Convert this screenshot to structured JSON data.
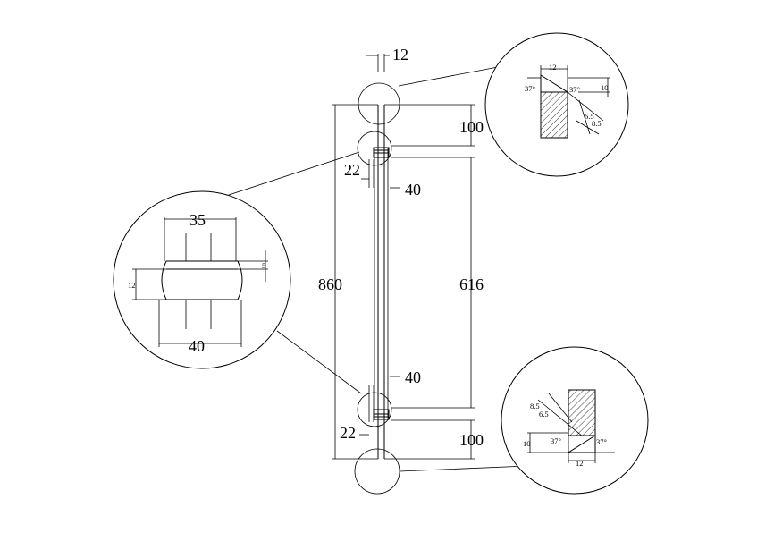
{
  "dims": {
    "top_width": "12",
    "top_segment": "100",
    "left_gap_top": "22",
    "ring_top": "40",
    "overall_height": "860",
    "middle_segment": "616",
    "ring_bottom": "40",
    "left_gap_bottom": "22",
    "bottom_segment": "100"
  },
  "detail_left": {
    "top_width": "35",
    "height": "12",
    "lip": "5",
    "bottom_width": "40"
  },
  "detail_top_right": {
    "width": "12",
    "angle_left": "37°",
    "angle_right": "37°",
    "height": "10",
    "d1": "6.5",
    "d2": "8.5"
  },
  "detail_bottom_right": {
    "d2": "8.5",
    "d1": "6.5",
    "height": "10",
    "angle_left": "37°",
    "angle_right": "37°",
    "width": "12"
  }
}
